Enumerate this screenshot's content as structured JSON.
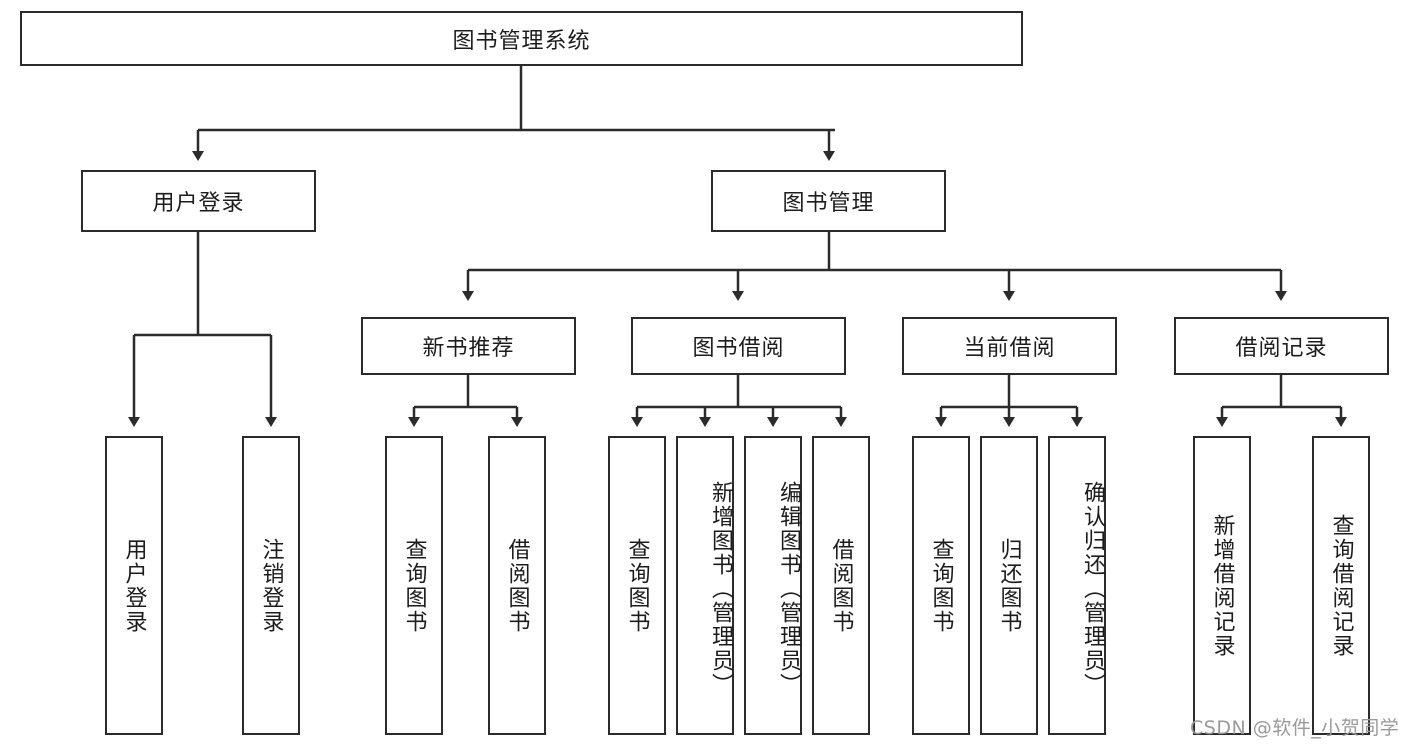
{
  "diagram": {
    "type": "tree-hierarchy",
    "title": "图书管理系统",
    "root": {
      "label": "图书管理系统"
    },
    "level2": [
      {
        "label": "用户登录"
      },
      {
        "label": "图书管理"
      }
    ],
    "level3": [
      {
        "label": "新书推荐"
      },
      {
        "label": "图书借阅"
      },
      {
        "label": "当前借阅"
      },
      {
        "label": "借阅记录"
      }
    ],
    "leaves": {
      "user_login": [
        {
          "label": "用户登录"
        },
        {
          "label": "注销登录"
        }
      ],
      "new_book_recommend": [
        {
          "label": "查询图书"
        },
        {
          "label": "借阅图书"
        }
      ],
      "book_borrow": [
        {
          "label": "查询图书"
        },
        {
          "label": "新增图书（管理员）"
        },
        {
          "label": "编辑图书（管理员）"
        },
        {
          "label": "借阅图书"
        }
      ],
      "current_borrow": [
        {
          "label": "查询图书"
        },
        {
          "label": "归还图书"
        },
        {
          "label": "确认归还（管理员）"
        }
      ],
      "borrow_record": [
        {
          "label": "新增借阅记录"
        },
        {
          "label": "查询借阅记录"
        }
      ]
    }
  },
  "watermark": {
    "text": "CSDN @软件_小贺同学"
  },
  "colors": {
    "stroke": "#2b2b2b",
    "fill": "#ffffff",
    "text": "#1c1c1c",
    "watermark": "#9a9a9a"
  }
}
